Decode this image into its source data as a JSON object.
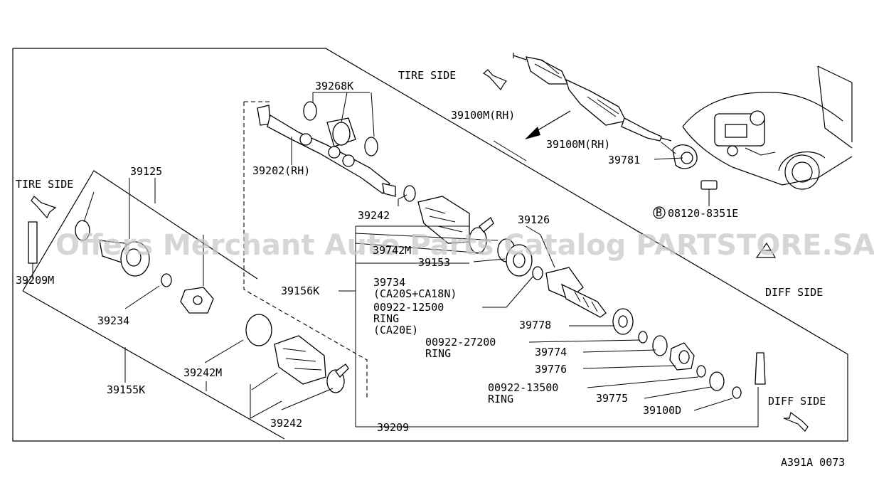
{
  "watermark": "Offers Merchant Auto Parts Catalog PARTSTORE.SA",
  "diagram_code": "A391A 0073",
  "direction_labels": {
    "tire_side_top": "TIRE SIDE",
    "tire_side_left": "TIRE SIDE",
    "diff_side_mid": "DIFF SIDE",
    "diff_side_bottom": "DIFF SIDE"
  },
  "parts": {
    "p39268K": "39268K",
    "p39100M_rh_a": "39100M(RH)",
    "p39100M_rh_b": "39100M(RH)",
    "p39781": "39781",
    "p08120": "08120-8351E",
    "bolt_symbol": "B",
    "p39202": "39202(RH)",
    "p39125": "39125",
    "p39242_a": "39242",
    "p39126": "39126",
    "p39742M": "39742M",
    "p39153": "39153",
    "p39209M": "39209M",
    "p39734": "39734",
    "p39734_note": "(CA20S+CA18N)",
    "p39156K": "39156K",
    "p00922_12500": "00922-12500",
    "ring_a": "RING",
    "ring_a_note": "(CA20E)",
    "p39234": "39234",
    "p39778": "39778",
    "p00922_27200": "00922-27200",
    "ring_b": "RING",
    "p39774": "39774",
    "p39776": "39776",
    "p39242M": "39242M",
    "p39155K": "39155K",
    "p00922_13500": "00922-13500",
    "ring_c": "RING",
    "p39775": "39775",
    "p39100D": "39100D",
    "p39242_b": "39242",
    "p39209": "39209"
  }
}
